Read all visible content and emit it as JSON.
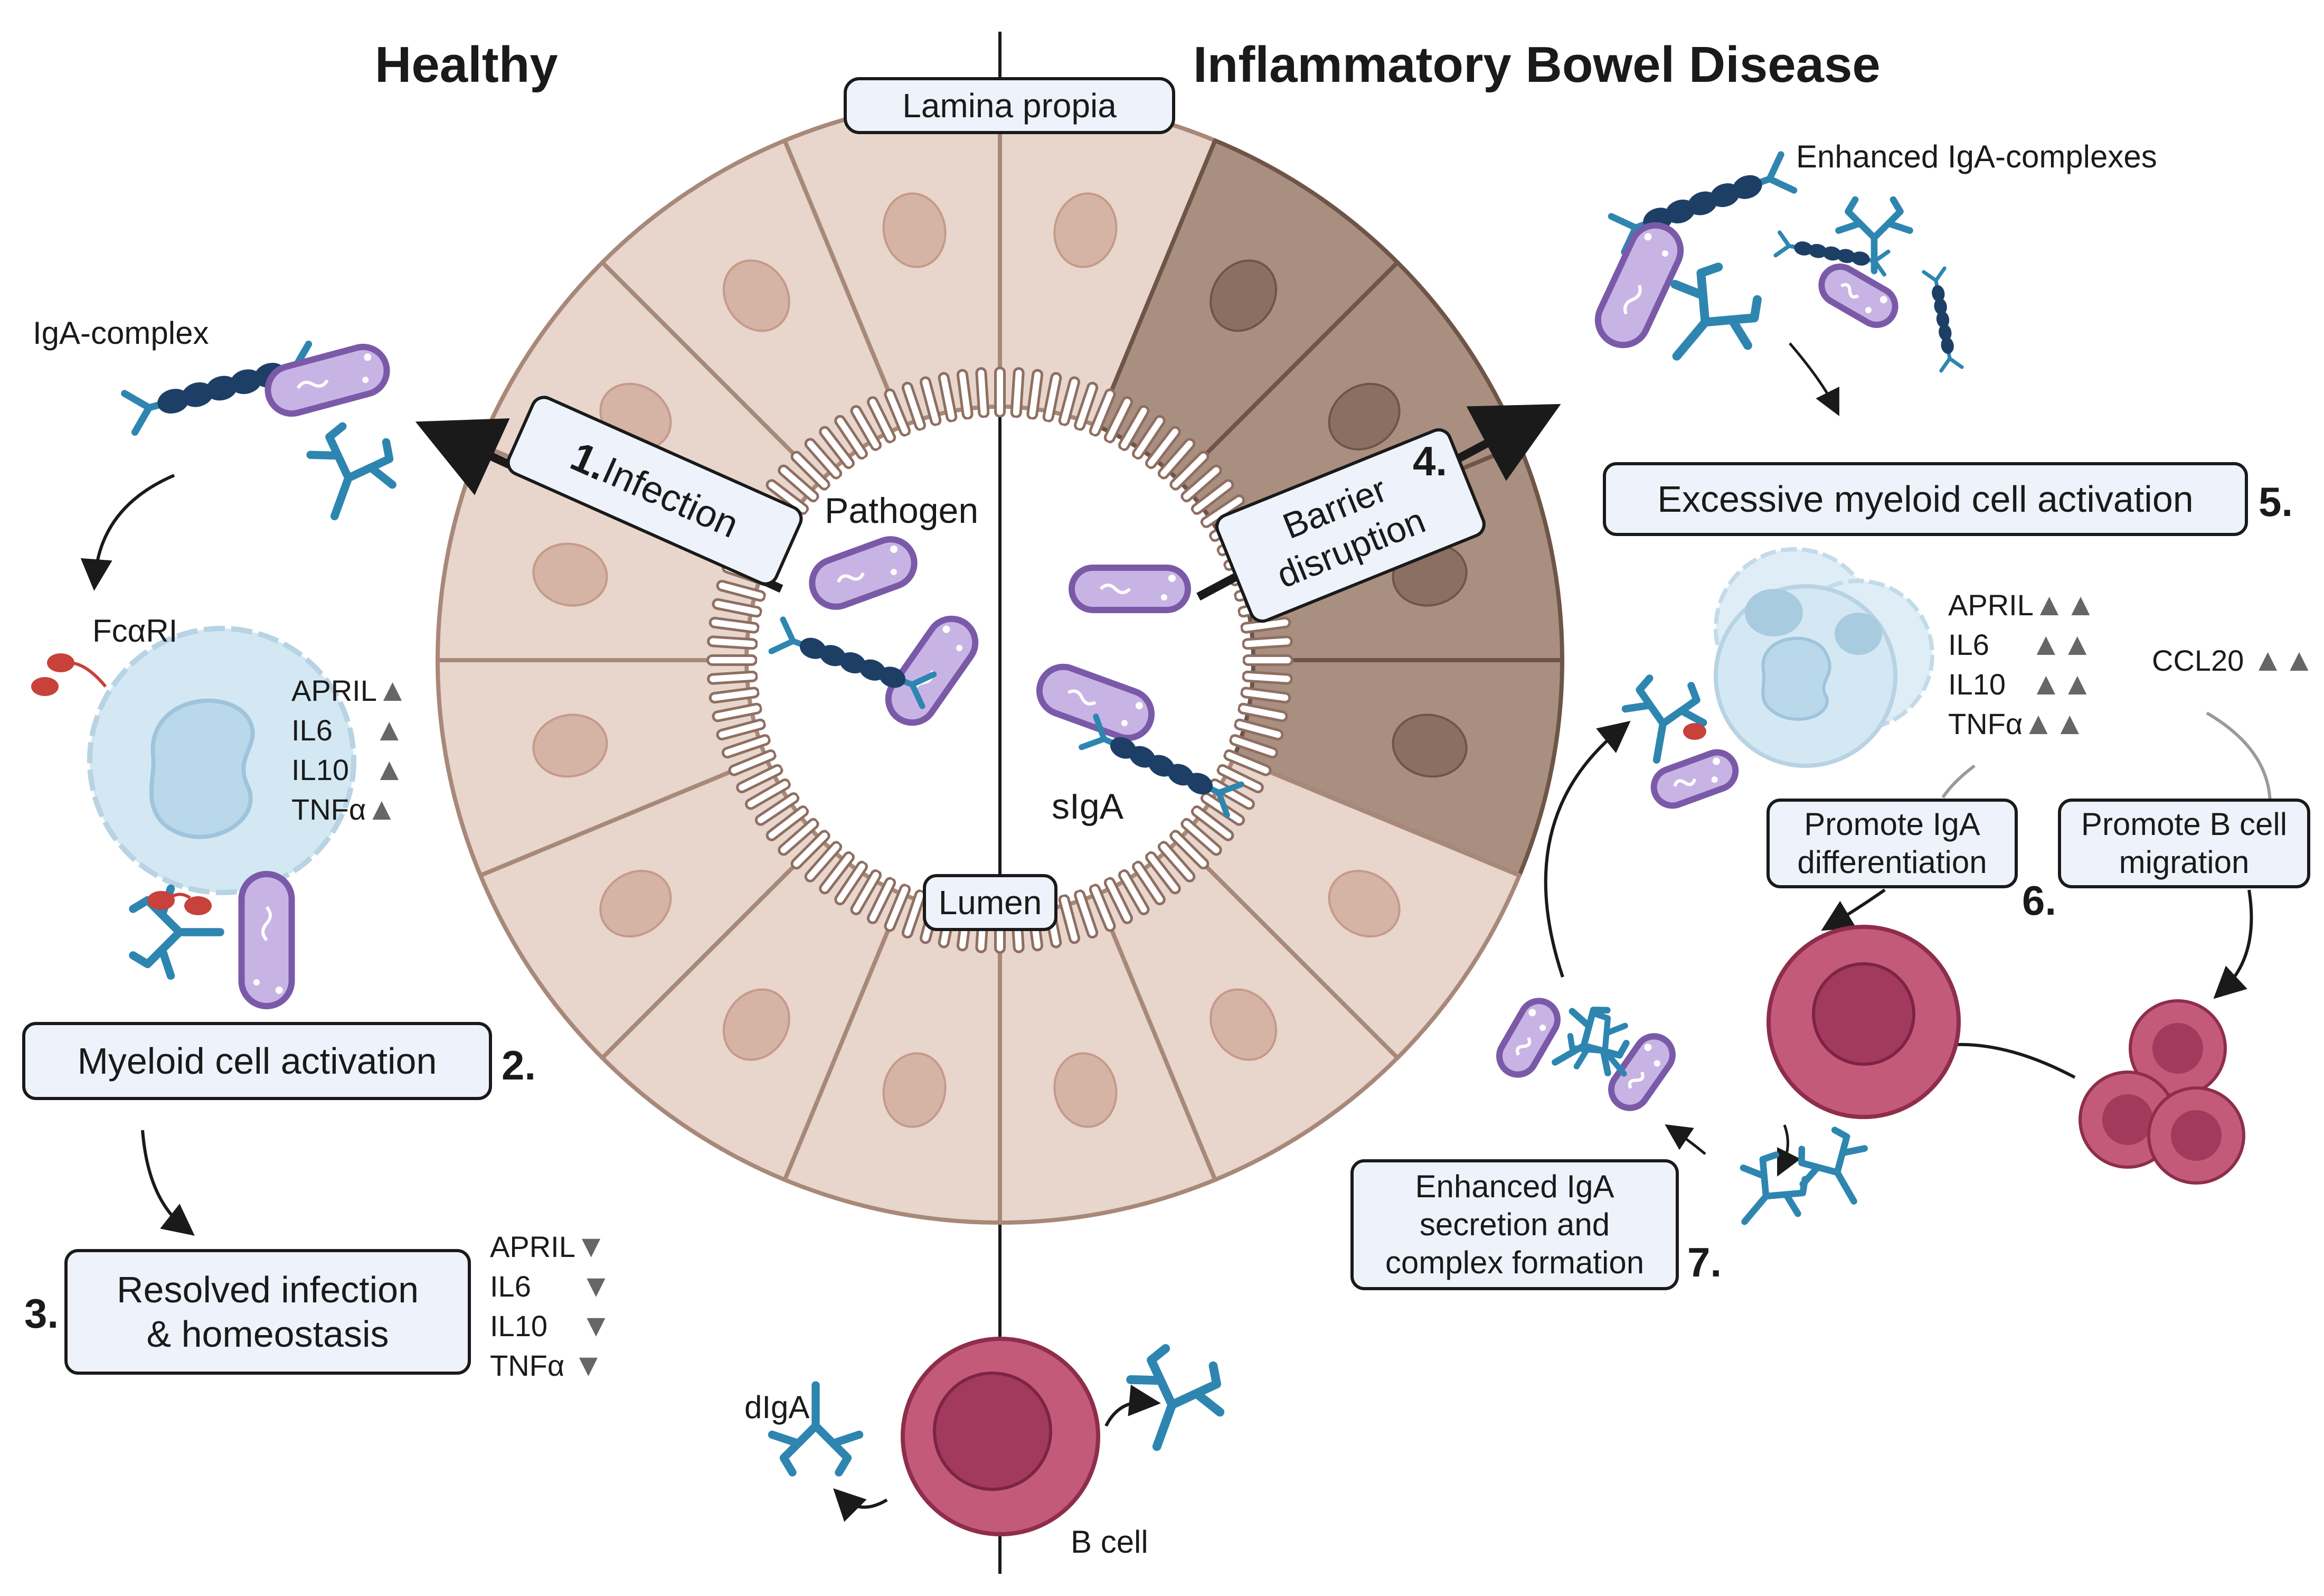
{
  "headings": {
    "healthy": "Healthy",
    "ibd": "Inflammatory Bowel Disease"
  },
  "regions": {
    "lamina_propia": "Lamina propia",
    "lumen": "Lumen"
  },
  "healthy": {
    "igA_complex": "IgA-complex",
    "fcari": "FcαRI",
    "step1": {
      "num": "1.",
      "label": "Infection"
    },
    "pathogen": "Pathogen",
    "step2": {
      "num": "2.",
      "label": "Myeloid cell activation"
    },
    "step3": {
      "num": "3.",
      "label": "Resolved infection & homeostasis"
    },
    "cytokines_up": [
      "APRIL",
      "IL6",
      "IL10",
      "TNFα"
    ],
    "cytokines_down": [
      "APRIL",
      "IL6",
      "IL10",
      "TNFα"
    ]
  },
  "ibd": {
    "enhanced_complexes": "Enhanced IgA-complexes",
    "step4": {
      "num": "4.",
      "label": "Barrier disruption"
    },
    "step5": {
      "num": "5.",
      "label": "Excessive myeloid cell activation"
    },
    "cytokines": [
      "APRIL",
      "IL6",
      "IL10",
      "TNFα"
    ],
    "ccl20": "CCL20",
    "promote_iga": "Promote IgA differentiation",
    "promote_b": "Promote B cell migration",
    "step6": {
      "num": "6."
    },
    "step7": {
      "num": "7.",
      "label": "Enhanced IgA secretion and complex formation"
    }
  },
  "bottom": {
    "siga": "sIgA",
    "diga": "dIgA",
    "b_cell": "B cell"
  },
  "markers": {
    "up": "▲",
    "down": "▼"
  },
  "colors": {
    "antibody": "#2e86b0",
    "antibody_dark": "#1d3f66",
    "bacterium_fill": "#c8b4e4",
    "bacterium_stroke": "#7a5aa8",
    "cell_healthy": "#e8d5cc",
    "cell_disease": "#a98f80",
    "bcell": "#c45a7a",
    "bcell_nucleus": "#a23a5e",
    "receptor": "#c8413b",
    "myeloid": "#d0e6f2",
    "box_fill": "#eef3fb"
  }
}
